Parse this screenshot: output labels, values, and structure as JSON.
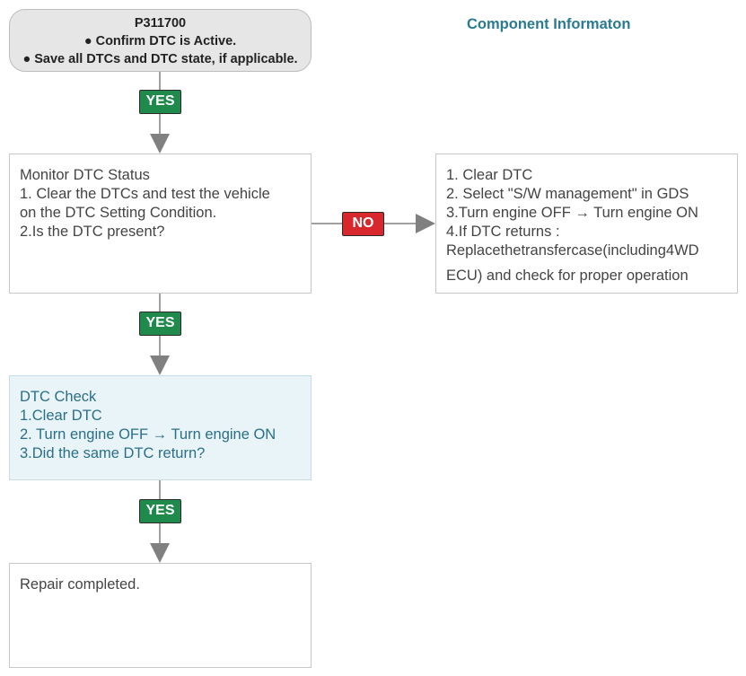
{
  "start": {
    "code": "P311700",
    "lines": [
      "● Confirm DTC is Active.",
      "● Save all DTCs and DTC state, if applicable."
    ]
  },
  "component_title": "Component Informaton",
  "monitor": {
    "lines": [
      "Monitor DTC Status",
      "1. Clear the DTCs and test the vehicle",
      "on the DTC Setting Condition.",
      "2.Is the DTC present?"
    ]
  },
  "no_branch": {
    "lines": [
      "1. Clear DTC",
      "2. Select \"S/W management\" in GDS",
      "3.Turn engine OFF → Turn engine ON",
      "4.If DTC returns :",
      "Replacethetransfercase(including4WD",
      "ECU) and check for proper operation"
    ]
  },
  "dtc_check": {
    "lines": [
      "DTC Check",
      "1.Clear DTC",
      "2. Turn engine OFF → Turn engine ON",
      "3.Did the same DTC return?"
    ]
  },
  "repair": {
    "lines": [
      "Repair completed."
    ]
  },
  "badges": {
    "yes": "YES",
    "no": "NO"
  },
  "colors": {
    "yes": "#1f8a4c",
    "no": "#d9272e",
    "connector": "#808080",
    "check_fill": "#e9f4f8",
    "title": "#2a7b91"
  }
}
